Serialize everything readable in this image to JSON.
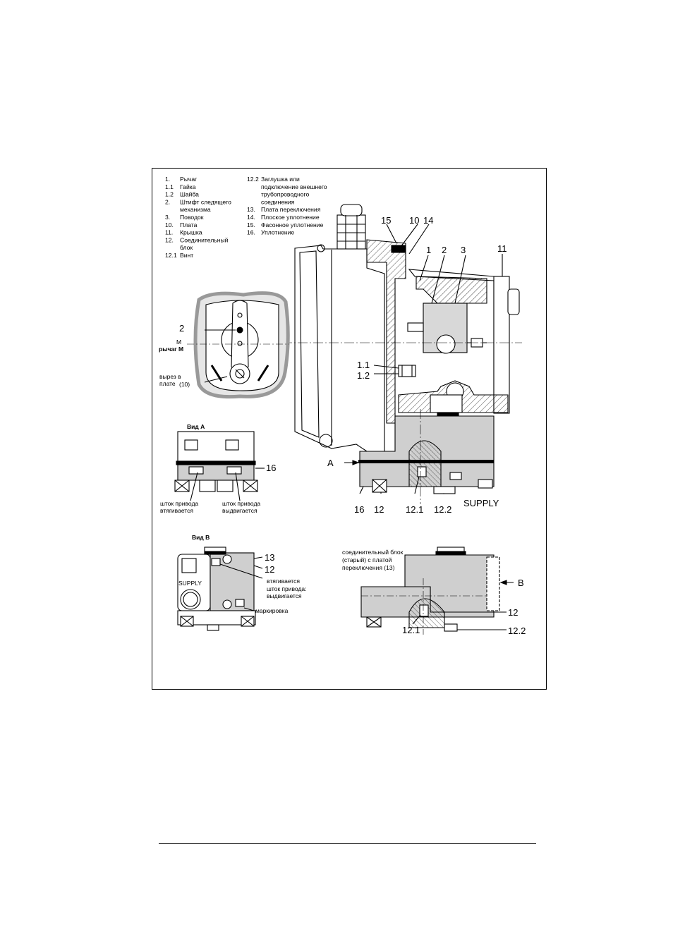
{
  "legend": {
    "left": [
      {
        "num": "1.",
        "text": "Рычаг"
      },
      {
        "num": "1.1",
        "text": "Гайка"
      },
      {
        "num": "1.2",
        "text": "Шайба"
      },
      {
        "num": "2.",
        "text": "Штифт следящего"
      },
      {
        "num": "",
        "text": "механизма"
      },
      {
        "num": "3.",
        "text": "Поводок"
      },
      {
        "num": "10.",
        "text": "Плата"
      },
      {
        "num": "11.",
        "text": "Крышка"
      },
      {
        "num": "12.",
        "text": "Соединительный"
      },
      {
        "num": "",
        "text": "блок"
      },
      {
        "num": "12.1",
        "text": "Винт"
      }
    ],
    "right": [
      {
        "num": "12.2",
        "text": "Заглушка или"
      },
      {
        "num": "",
        "text": "подключение внешнего"
      },
      {
        "num": "",
        "text": "трубопроводного"
      },
      {
        "num": "",
        "text": "соединения"
      },
      {
        "num": "13.",
        "text": "Плата переключения"
      },
      {
        "num": "14.",
        "text": "Плоское уплотнение"
      },
      {
        "num": "15.",
        "text": "Фасонное уплотнение"
      },
      {
        "num": "16.",
        "text": "Уплотнение"
      }
    ]
  },
  "main_view": {
    "callouts_top": [
      "15",
      "10",
      "14",
      "1",
      "2",
      "3",
      "11"
    ],
    "callout_11": "1.1",
    "callout_12": "1.2",
    "arrow_a": "A",
    "callouts_bottom": [
      "16",
      "12",
      "12.1",
      "12.2"
    ],
    "supply": "SUPPLY"
  },
  "lever_detail": {
    "pin_label": "2",
    "m_label": "M",
    "lever_label": "рычаг M",
    "cutout_line1": "вырез в",
    "cutout_line2": "плате",
    "cutout_ref": "(10)"
  },
  "view_a": {
    "title": "Вид A",
    "callout": "16",
    "left_caption1": "шток привода",
    "left_caption2": "втягивается",
    "right_caption1": "шток привода",
    "right_caption2": "выдвигается"
  },
  "view_b": {
    "title": "Вид B",
    "callout_13": "13",
    "callout_12": "12",
    "supply": "SUPPLY",
    "retracts": "втягивается",
    "stem": "шток привода:",
    "extends": "выдвигается",
    "marking": "маркировка"
  },
  "old_block": {
    "caption1": "соединительный блок",
    "caption2": "(старый) с платой",
    "caption3": "переключения (13)",
    "callout_b": "B",
    "callout_12": "12",
    "callout_121": "12.1",
    "callout_122": "12.2"
  }
}
